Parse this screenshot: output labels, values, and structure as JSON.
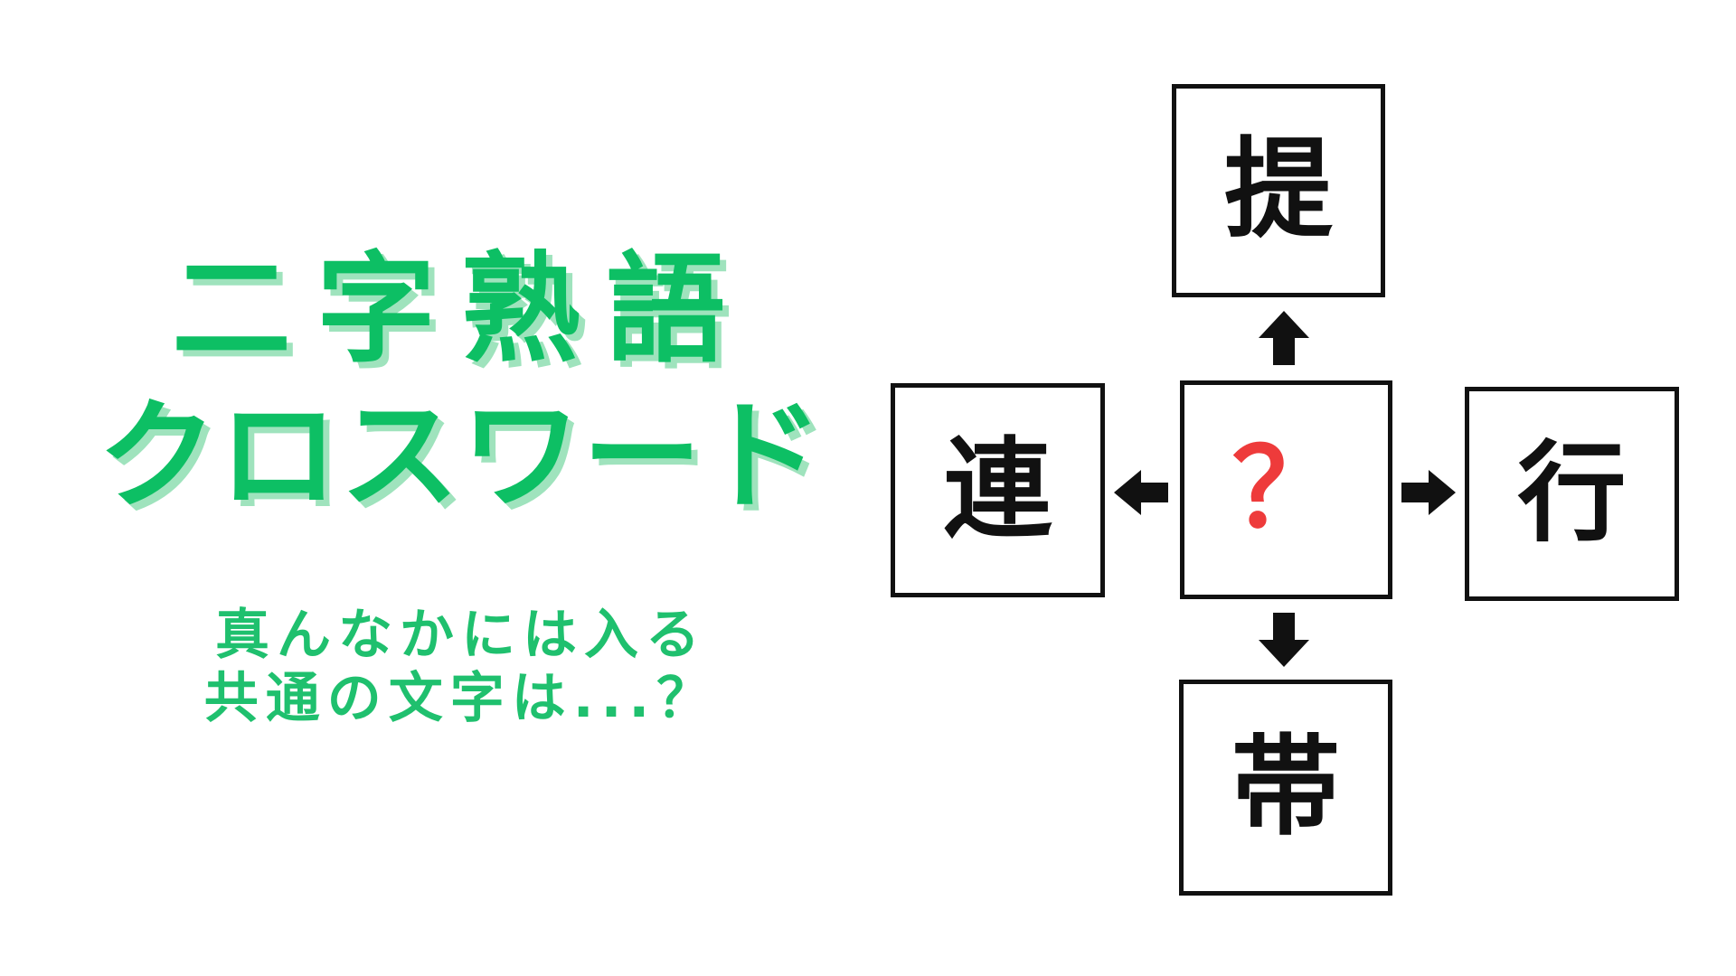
{
  "title": {
    "line1": "二字熟語",
    "line2": "クロスワード"
  },
  "subtitle": {
    "line1": "真んなかには入る",
    "line2": "共通の文字は...？"
  },
  "puzzle": {
    "top": "提",
    "left": "連",
    "center": "？",
    "right": "行",
    "bottom": "帯"
  },
  "colors": {
    "title": "#0dbf64",
    "title_shadow": "#9fe3bd",
    "subtitle": "#1fc06e",
    "question_mark": "#ee3b3b",
    "box_border": "#111111"
  },
  "icons": {
    "up": "arrow-up-icon",
    "down": "arrow-down-icon",
    "left": "arrow-left-icon",
    "right": "arrow-right-icon"
  }
}
